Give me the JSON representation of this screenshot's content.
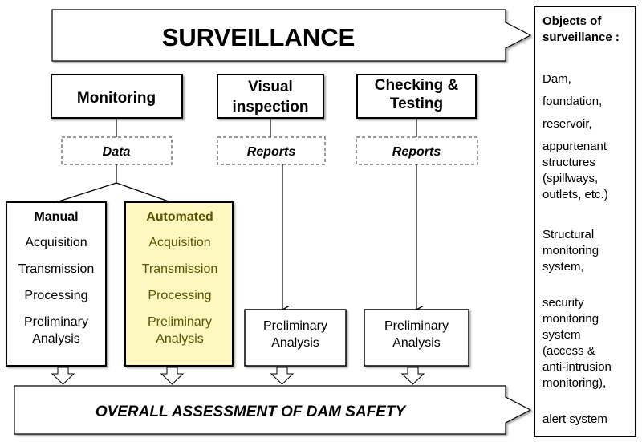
{
  "banner": {
    "title": "SURVEILLANCE"
  },
  "activities": {
    "monitoring": "Monitoring",
    "visual_line1": "Visual",
    "visual_line2": "inspection",
    "checking_line1": "Checking &",
    "checking_line2": "Testing"
  },
  "outputs": {
    "data": "Data",
    "reports_visual": "Reports",
    "reports_checking": "Reports"
  },
  "manual": {
    "title": "Manual",
    "items": [
      "Acquisition",
      "Transmission",
      "Processing",
      "Preliminary",
      "Analysis"
    ]
  },
  "automated": {
    "title": "Automated",
    "items": [
      "Acquisition",
      "Transmission",
      "Processing",
      "Preliminary",
      "Analysis"
    ]
  },
  "prelim_visual": {
    "line1": "Preliminary",
    "line2": "Analysis"
  },
  "prelim_checking": {
    "line1": "Preliminary",
    "line2": "Analysis"
  },
  "assessment": {
    "title": "OVERALL ASSESSMENT OF DAM SAFETY"
  },
  "objects": {
    "title_line1": "Objects of",
    "title_line2": "surveillance :",
    "lines": [
      "Dam,",
      "foundation,",
      "reservoir,",
      "appurtenant",
      "structures",
      "(spillways,",
      "outlets, etc.)",
      "Structural",
      "monitoring",
      "system,",
      "security",
      "monitoring",
      "system",
      "(access &",
      "anti-intrusion",
      "monitoring),",
      "alert system"
    ]
  },
  "colors": {
    "automated_fill": "#fdf8c0",
    "automated_text": "#5c5300"
  }
}
